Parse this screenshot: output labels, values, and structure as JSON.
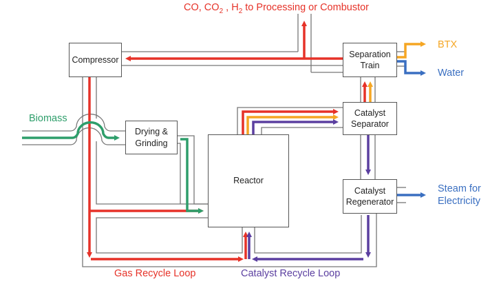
{
  "colors": {
    "gas": "#e63228",
    "biomass": "#2e9e6b",
    "btx": "#f5a623",
    "water": "#3a6fc1",
    "catalyst": "#5b3fa0",
    "pipe": "#777777"
  },
  "units": {
    "compressor": "Compressor",
    "separation_train": "Separation\nTrain",
    "drying_grinding": "Drying &\nGrinding",
    "reactor": "Reactor",
    "catalyst_separator": "Catalyst\nSeparator",
    "catalyst_regenerator": "Catalyst\nRegenerator"
  },
  "labels": {
    "top_output": {
      "prefix": "CO, CO",
      "sub1": "2",
      "middle": " , H",
      "sub2": "2",
      "suffix": " to Processing or Combustor"
    },
    "biomass": "Biomass",
    "btx": "BTX",
    "water": "Water",
    "steam_line1": "Steam for",
    "steam_line2": "Electricity",
    "gas_loop": "Gas Recycle Loop",
    "catalyst_loop": "Catalyst Recycle Loop"
  }
}
